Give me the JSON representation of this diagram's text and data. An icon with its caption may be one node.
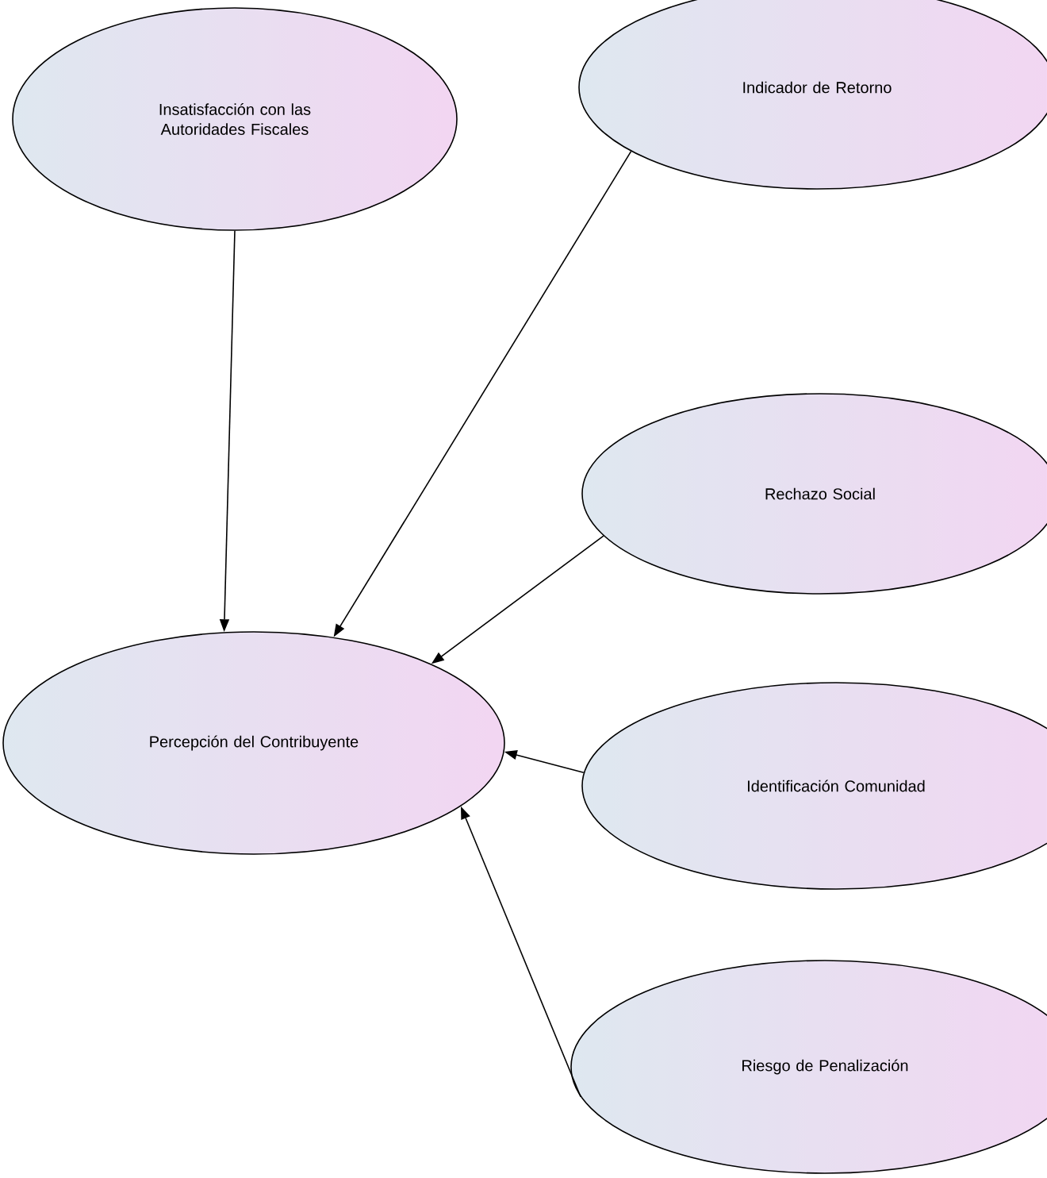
{
  "diagram": {
    "nodes": [
      {
        "text": [
          "Insatisfacción con las Autoridades Fiscales"
        ]
      },
      {
        "text": [
          "Indicador de Retorno"
        ]
      },
      {
        "text": [
          "Rechazo Social"
        ]
      },
      {
        "text": [
          "Percepción del Contribuyente"
        ]
      },
      {
        "text": [
          "Identificación Comunidad"
        ]
      },
      {
        "text": [
          "Riesgo de Penalización"
        ]
      }
    ],
    "edges": [
      {
        "from": 0,
        "to": 3,
        "arrow": "to"
      },
      {
        "from": 1,
        "to": 3,
        "arrow": "to"
      },
      {
        "from": 2,
        "to": 3,
        "arrow": "to"
      },
      {
        "from": 4,
        "to": 3,
        "arrow": "to"
      },
      {
        "from": 5,
        "to": 3,
        "arrow": "to"
      }
    ]
  }
}
